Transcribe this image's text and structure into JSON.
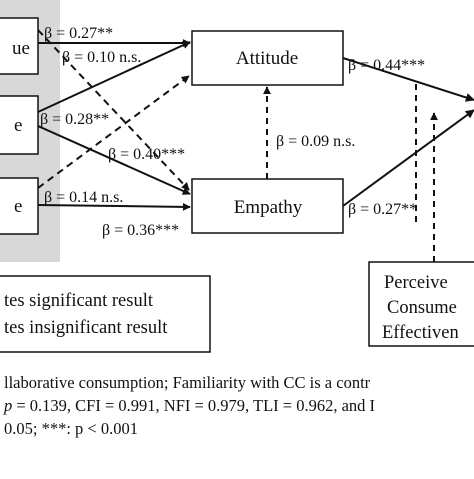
{
  "nodes": {
    "top_left": "ue",
    "mid_left": "e",
    "bottom_left": "e",
    "attitude": "Attitude",
    "empathy": "Empathy",
    "pce_line1": "Perceive",
    "pce_line2": "Consume",
    "pce_line3": "Effectiven"
  },
  "paths": {
    "p1": "β = 0.27**",
    "p2": "β = 0.10 n.s.",
    "p3": "β = 0.28**",
    "p4": "β = 0.40***",
    "p5": "β = 0.14 n.s.",
    "p6": "β = 0.36***",
    "p7": "β = 0.09 n.s.",
    "p8": "β = 0.44***",
    "p9": "β = 0.27**"
  },
  "legend": {
    "line1": "tes significant result",
    "line2": "tes insignificant result"
  },
  "caption": {
    "line1": "llaborative consumption; Familiarity with CC is a contr",
    "line2": "= 0.139, CFI = 0.991, NFI = 0.979, TLI = 0.962, and I",
    "line3": "0.05; ***: p < 0.001"
  }
}
